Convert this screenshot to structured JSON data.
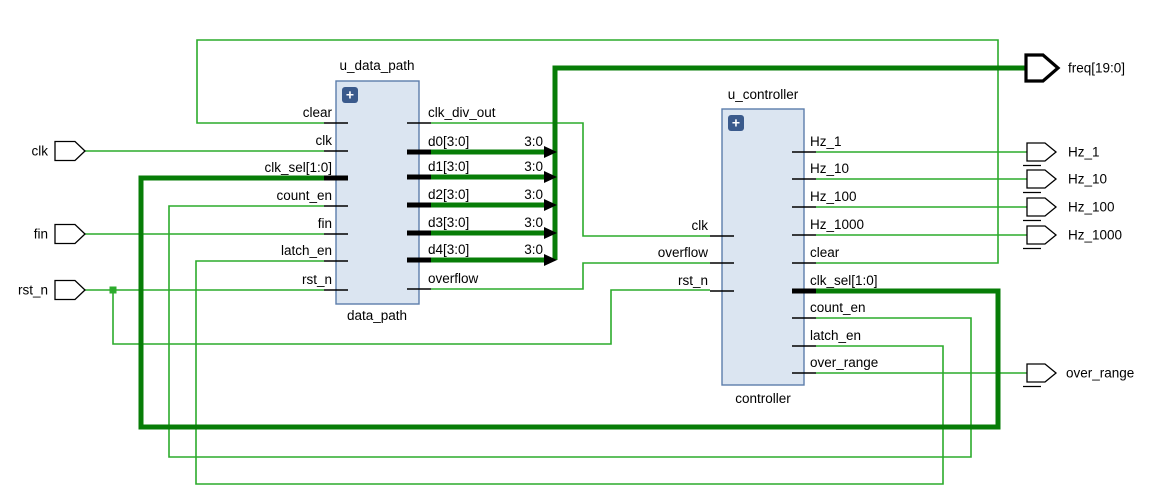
{
  "schematic": {
    "colors": {
      "net_green": "#2cab2c",
      "bus_dark_green": "#077d07",
      "block_fill": "#dbe5f1",
      "block_border": "#5c7dab",
      "expand_button": "#3a5a8c"
    },
    "blocks": [
      {
        "instance": "u_data_path",
        "module": "data_path",
        "expand_icon": "+",
        "inputs": [
          "clear",
          "clk",
          "clk_sel[1:0]",
          "count_en",
          "fin",
          "latch_en",
          "rst_n"
        ],
        "outputs": [
          "clk_div_out",
          "d0[3:0]",
          "d1[3:0]",
          "d2[3:0]",
          "d3[3:0]",
          "d4[3:0]",
          "overflow"
        ],
        "bus_width_tags": [
          "3:0",
          "3:0",
          "3:0",
          "3:0",
          "3:0"
        ]
      },
      {
        "instance": "u_controller",
        "module": "controller",
        "expand_icon": "+",
        "inputs": [
          "clk",
          "overflow",
          "rst_n"
        ],
        "outputs": [
          "Hz_1",
          "Hz_10",
          "Hz_100",
          "Hz_1000",
          "clear",
          "clk_sel[1:0]",
          "count_en",
          "latch_en",
          "over_range"
        ]
      }
    ],
    "input_ports": [
      "clk",
      "fin",
      "rst_n"
    ],
    "output_ports": [
      "freq[19:0]",
      "Hz_1",
      "Hz_10",
      "Hz_100",
      "Hz_1000",
      "over_range"
    ]
  }
}
